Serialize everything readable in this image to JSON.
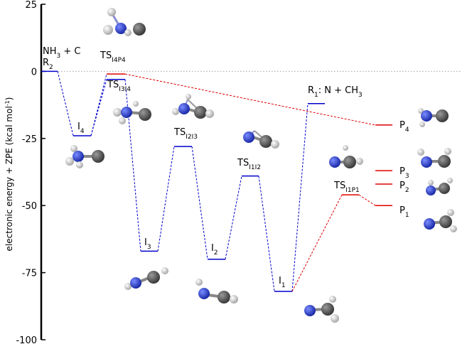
{
  "chart_data": {
    "type": "energy-level diagram",
    "ylabel": "electronic energy + ZPE (kcal mol",
    "ylabel_sup": "-1",
    "ylabel_close": ")",
    "ylim": [
      -100,
      25
    ],
    "yticks": [
      25,
      0,
      -25,
      -50,
      -75,
      -100
    ],
    "zero_line": true,
    "colors": {
      "blue": "#0000cc",
      "red": "#e00000",
      "gray": "#a0a0a0"
    },
    "levels": [
      {
        "id": "R2",
        "energy": 0,
        "color": "blue"
      },
      {
        "id": "I4",
        "energy": -24,
        "color": "blue"
      },
      {
        "id": "TSI4P4",
        "energy": -1,
        "color": "red"
      },
      {
        "id": "TSI3I4",
        "energy": -3,
        "color": "blue"
      },
      {
        "id": "I3",
        "energy": -67,
        "color": "blue"
      },
      {
        "id": "TSI2I3",
        "energy": -28,
        "color": "blue"
      },
      {
        "id": "I2",
        "energy": -70,
        "color": "blue"
      },
      {
        "id": "TSI1I2",
        "energy": -39,
        "color": "blue"
      },
      {
        "id": "I1",
        "energy": -82,
        "color": "blue"
      },
      {
        "id": "R1",
        "energy": -12,
        "color": "blue"
      },
      {
        "id": "TSI1P1",
        "energy": -46,
        "color": "red"
      },
      {
        "id": "P4",
        "energy": -20,
        "color": "red"
      },
      {
        "id": "P3",
        "energy": -37,
        "color": "red"
      },
      {
        "id": "P2",
        "energy": -42,
        "color": "red"
      },
      {
        "id": "P1",
        "energy": -50,
        "color": "red"
      }
    ],
    "labels": {
      "r2_main": "NH",
      "r2_sub": "3",
      "r2_tail": " + C",
      "r2_name": "R",
      "r2_name_sub": "2",
      "i4": "I",
      "i4_sub": "4",
      "tsi4p4": "TS",
      "tsi4p4_sub": "I4P4",
      "tsi3i4": "TS",
      "tsi3i4_sub": "I3I4",
      "tsi2i3": "TS",
      "tsi2i3_sub": "I2I3",
      "tsi1i2": "TS",
      "tsi1i2_sub": "I1I2",
      "i3": "I",
      "i3_sub": "3",
      "i2": "I",
      "i2_sub": "2",
      "i1": "I",
      "i1_sub": "1",
      "r1": "R",
      "r1_sub": "1",
      "r1_tail": ": N + CH",
      "r1_tail_sub": "3",
      "tsi1p1": "TS",
      "tsi1p1_sub": "I1P1",
      "p4": "P",
      "p4_sub": "4",
      "p3": "P",
      "p3_sub": "3",
      "p2": "P",
      "p2_sub": "2",
      "p1": "P",
      "p1_sub": "1"
    }
  }
}
